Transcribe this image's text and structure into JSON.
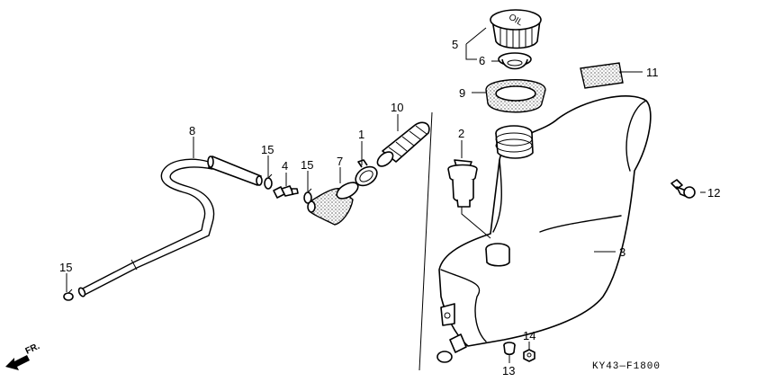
{
  "diagram": {
    "callouts": {
      "c1": "1",
      "c2": "2",
      "c3": "3",
      "c4": "4",
      "c5": "5",
      "c6": "6",
      "c7": "7",
      "c8": "8",
      "c9": "9",
      "c10": "10",
      "c11": "11",
      "c12": "12",
      "c13": "13",
      "c14": "14",
      "c15a": "15",
      "c15b": "15",
      "c15c": "15"
    },
    "cap_text": "OIL",
    "front_marker": "FR.",
    "drawing_code": "KY43—F1800"
  }
}
